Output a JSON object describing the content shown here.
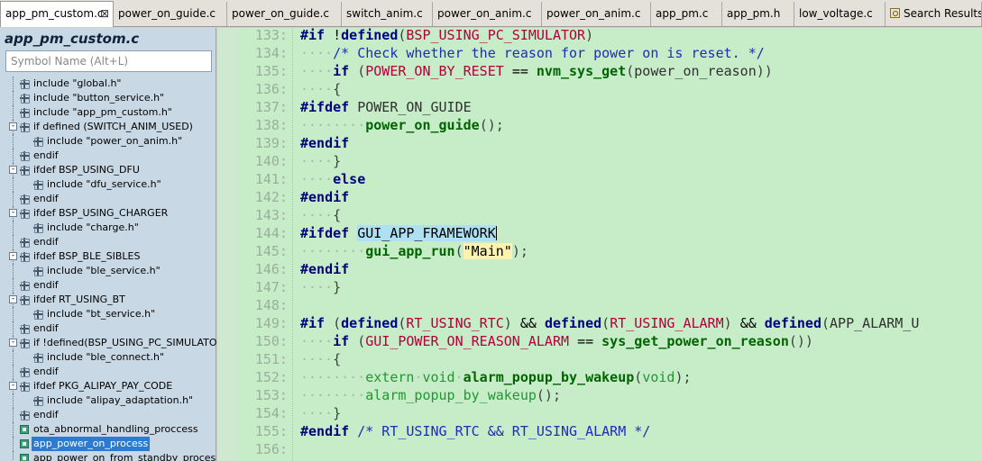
{
  "tabs": [
    {
      "label": "app_pm_custom.c",
      "active": true,
      "close": "⊠"
    },
    {
      "label": "power_on_guide.c"
    },
    {
      "label": "power_on_guide.c"
    },
    {
      "label": "switch_anim.c"
    },
    {
      "label": "power_on_anim.c"
    },
    {
      "label": "power_on_anim.c"
    },
    {
      "label": "app_pm.c"
    },
    {
      "label": "app_pm.h"
    },
    {
      "label": "low_voltage.c"
    },
    {
      "label": "Search Results",
      "icon": "search-results-icon"
    }
  ],
  "symbol_panel": {
    "title": "app_pm_custom.c",
    "search_placeholder": "Symbol Name (Alt+L)",
    "items": [
      {
        "label": "include \"global.h\"",
        "level": 0,
        "icon": "include"
      },
      {
        "label": "include \"button_service.h\"",
        "level": 0,
        "icon": "include"
      },
      {
        "label": "include \"app_pm_custom.h\"",
        "level": 0,
        "icon": "include"
      },
      {
        "label": "if defined (SWITCH_ANIM_USED)",
        "level": 0,
        "icon": "include",
        "expander": "-"
      },
      {
        "label": "include \"power_on_anim.h\"",
        "level": 1,
        "icon": "include"
      },
      {
        "label": "endif",
        "level": 0,
        "icon": "include"
      },
      {
        "label": "ifdef BSP_USING_DFU",
        "level": 0,
        "icon": "include",
        "expander": "-"
      },
      {
        "label": "include \"dfu_service.h\"",
        "level": 1,
        "icon": "include"
      },
      {
        "label": "endif",
        "level": 0,
        "icon": "include"
      },
      {
        "label": "ifdef BSP_USING_CHARGER",
        "level": 0,
        "icon": "include",
        "expander": "-"
      },
      {
        "label": "include \"charge.h\"",
        "level": 1,
        "icon": "include"
      },
      {
        "label": "endif",
        "level": 0,
        "icon": "include"
      },
      {
        "label": "ifdef BSP_BLE_SIBLES",
        "level": 0,
        "icon": "include",
        "expander": "-"
      },
      {
        "label": "include \"ble_service.h\"",
        "level": 1,
        "icon": "include"
      },
      {
        "label": "endif",
        "level": 0,
        "icon": "include"
      },
      {
        "label": "ifdef RT_USING_BT",
        "level": 0,
        "icon": "include",
        "expander": "-"
      },
      {
        "label": "include \"bt_service.h\"",
        "level": 1,
        "icon": "include"
      },
      {
        "label": "endif",
        "level": 0,
        "icon": "include"
      },
      {
        "label": "if !defined(BSP_USING_PC_SIMULATO",
        "level": 0,
        "icon": "include",
        "expander": "-"
      },
      {
        "label": "include \"ble_connect.h\"",
        "level": 1,
        "icon": "include"
      },
      {
        "label": "endif",
        "level": 0,
        "icon": "include"
      },
      {
        "label": "ifdef PKG_ALIPAY_PAY_CODE",
        "level": 0,
        "icon": "include",
        "expander": "-"
      },
      {
        "label": "include \"alipay_adaptation.h\"",
        "level": 1,
        "icon": "include"
      },
      {
        "label": "endif",
        "level": 0,
        "icon": "include"
      },
      {
        "label": "ota_abnormal_handling_proccess",
        "level": 0,
        "icon": "func"
      },
      {
        "label": "app_power_on_process",
        "level": 0,
        "icon": "func",
        "selected": true
      },
      {
        "label": "app_power_on_from_standby_process",
        "level": 0,
        "icon": "func"
      }
    ]
  },
  "editor": {
    "lines": [
      {
        "n": "133:",
        "segs": [
          [
            "kw",
            "#if"
          ],
          [
            "plain",
            " "
          ],
          [
            "op",
            "!"
          ],
          [
            "kw",
            "defined"
          ],
          [
            "paren",
            "("
          ],
          [
            "mac",
            "BSP_USING_PC_SIMULATOR"
          ],
          [
            "paren",
            ")"
          ]
        ]
      },
      {
        "n": "134:",
        "segs": [
          [
            "ws",
            "····"
          ],
          [
            "cmt",
            "/* Check whether the reason for power on is reset. */"
          ]
        ]
      },
      {
        "n": "135:",
        "segs": [
          [
            "ws",
            "····"
          ],
          [
            "kw",
            "if"
          ],
          [
            "plain",
            " "
          ],
          [
            "paren",
            "("
          ],
          [
            "mac",
            "POWER_ON_BY_RESET"
          ],
          [
            "plain",
            " "
          ],
          [
            "op",
            "=="
          ],
          [
            "plain",
            " "
          ],
          [
            "fn",
            "nvm_sys_get"
          ],
          [
            "paren",
            "("
          ],
          [
            "id",
            "power_on_reason"
          ],
          [
            "paren",
            "))"
          ]
        ]
      },
      {
        "n": "136:",
        "segs": [
          [
            "ws",
            "····"
          ],
          [
            "paren",
            "{"
          ]
        ]
      },
      {
        "n": "137:",
        "segs": [
          [
            "kw",
            "#ifdef"
          ],
          [
            "plain",
            " "
          ],
          [
            "id",
            "POWER_ON_GUIDE"
          ]
        ]
      },
      {
        "n": "138:",
        "segs": [
          [
            "ws",
            "········"
          ],
          [
            "fn",
            "power_on_guide"
          ],
          [
            "paren",
            "();"
          ]
        ]
      },
      {
        "n": "139:",
        "segs": [
          [
            "kw",
            "#endif"
          ]
        ]
      },
      {
        "n": "140:",
        "segs": [
          [
            "ws",
            "····"
          ],
          [
            "paren",
            "}"
          ]
        ]
      },
      {
        "n": "141:",
        "segs": [
          [
            "ws",
            "····"
          ],
          [
            "kw",
            "else"
          ]
        ]
      },
      {
        "n": "142:",
        "segs": [
          [
            "kw",
            "#endif"
          ]
        ]
      },
      {
        "n": "143:",
        "segs": [
          [
            "ws",
            "····"
          ],
          [
            "paren",
            "{"
          ]
        ]
      },
      {
        "n": "144:",
        "segs": [
          [
            "kw",
            "#ifdef"
          ],
          [
            "plain",
            " "
          ],
          [
            "hl",
            "GUI_APP_FRAMEWORK"
          ],
          [
            "caret",
            ""
          ]
        ]
      },
      {
        "n": "145:",
        "segs": [
          [
            "ws",
            "········"
          ],
          [
            "fn",
            "gui_app_run"
          ],
          [
            "paren",
            "("
          ],
          [
            "str",
            "\"Main\""
          ],
          [
            "paren",
            ");"
          ]
        ]
      },
      {
        "n": "146:",
        "segs": [
          [
            "kw",
            "#endif"
          ]
        ]
      },
      {
        "n": "147:",
        "segs": [
          [
            "ws",
            "····"
          ],
          [
            "paren",
            "}"
          ]
        ]
      },
      {
        "n": "148:",
        "segs": []
      },
      {
        "n": "149:",
        "segs": [
          [
            "kw",
            "#if"
          ],
          [
            "plain",
            " "
          ],
          [
            "paren",
            "("
          ],
          [
            "kw",
            "defined"
          ],
          [
            "paren",
            "("
          ],
          [
            "mac",
            "RT_USING_RTC"
          ],
          [
            "paren",
            ")"
          ],
          [
            "plain",
            " "
          ],
          [
            "op",
            "&&"
          ],
          [
            "plain",
            " "
          ],
          [
            "kw",
            "defined"
          ],
          [
            "paren",
            "("
          ],
          [
            "mac",
            "RT_USING_ALARM"
          ],
          [
            "paren",
            ")"
          ],
          [
            "plain",
            " "
          ],
          [
            "op",
            "&&"
          ],
          [
            "plain",
            " "
          ],
          [
            "kw",
            "defined"
          ],
          [
            "paren",
            "("
          ],
          [
            "id",
            "APP_ALARM_U"
          ]
        ]
      },
      {
        "n": "150:",
        "segs": [
          [
            "ws",
            "····"
          ],
          [
            "kw",
            "if"
          ],
          [
            "plain",
            " "
          ],
          [
            "paren",
            "("
          ],
          [
            "mac",
            "GUI_POWER_ON_REASON_ALARM"
          ],
          [
            "plain",
            " "
          ],
          [
            "op",
            "=="
          ],
          [
            "plain",
            " "
          ],
          [
            "fn",
            "sys_get_power_on_reason"
          ],
          [
            "paren",
            "())"
          ]
        ]
      },
      {
        "n": "151:",
        "segs": [
          [
            "ws",
            "····"
          ],
          [
            "paren",
            "{"
          ]
        ]
      },
      {
        "n": "152:",
        "segs": [
          [
            "ws",
            "········"
          ],
          [
            "ext",
            "extern"
          ],
          [
            "ws",
            "·"
          ],
          [
            "ext",
            "void"
          ],
          [
            "ws",
            "·"
          ],
          [
            "fn",
            "alarm_popup_by_wakeup"
          ],
          [
            "paren",
            "("
          ],
          [
            "ext",
            "void"
          ],
          [
            "paren",
            ");"
          ]
        ]
      },
      {
        "n": "153:",
        "segs": [
          [
            "ws",
            "········"
          ],
          [
            "ext",
            "alarm_popup_by_wakeup"
          ],
          [
            "paren",
            "();"
          ]
        ]
      },
      {
        "n": "154:",
        "segs": [
          [
            "ws",
            "····"
          ],
          [
            "paren",
            "}"
          ]
        ]
      },
      {
        "n": "155:",
        "segs": [
          [
            "kw",
            "#endif"
          ],
          [
            "plain",
            " "
          ],
          [
            "cmt",
            "/* RT_USING_RTC && RT_USING_ALARM */"
          ]
        ]
      },
      {
        "n": "156:",
        "segs": []
      }
    ]
  }
}
